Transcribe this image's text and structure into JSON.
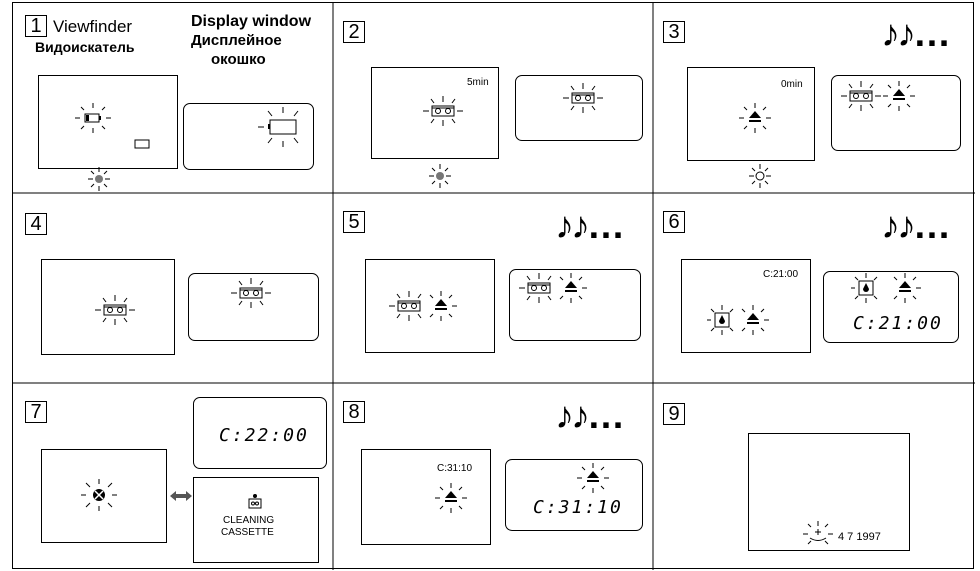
{
  "panels": [
    {
      "num": "1",
      "viewfinder": "Viewfinder",
      "viewfinder_ru": "Видоискатель",
      "display_window": "Display window",
      "display_window_ru_1": "Дисплейное",
      "display_window_ru_2": "окошко"
    },
    {
      "num": "2",
      "time": "5min"
    },
    {
      "num": "3",
      "time": "0min"
    },
    {
      "num": "4"
    },
    {
      "num": "5"
    },
    {
      "num": "6",
      "code_vf": "C:21:00",
      "code_dw": "C:21:00"
    },
    {
      "num": "7",
      "code_dw": "C:22:00",
      "cleaning_1": "CLEANING",
      "cleaning_2": "CASSETTE"
    },
    {
      "num": "8",
      "code_vf": "C:31:10",
      "code_dw": "C:31:10"
    },
    {
      "num": "9",
      "date": "4 7 1997"
    }
  ],
  "notes_symbol": "♪♪…",
  "icons": [
    "led-icon",
    "battery-icon",
    "cassette-icon",
    "eject-icon",
    "moisture-icon",
    "cross-icon",
    "cleaning-cassette-icon",
    "date-icon",
    "arrow-both-icon"
  ]
}
